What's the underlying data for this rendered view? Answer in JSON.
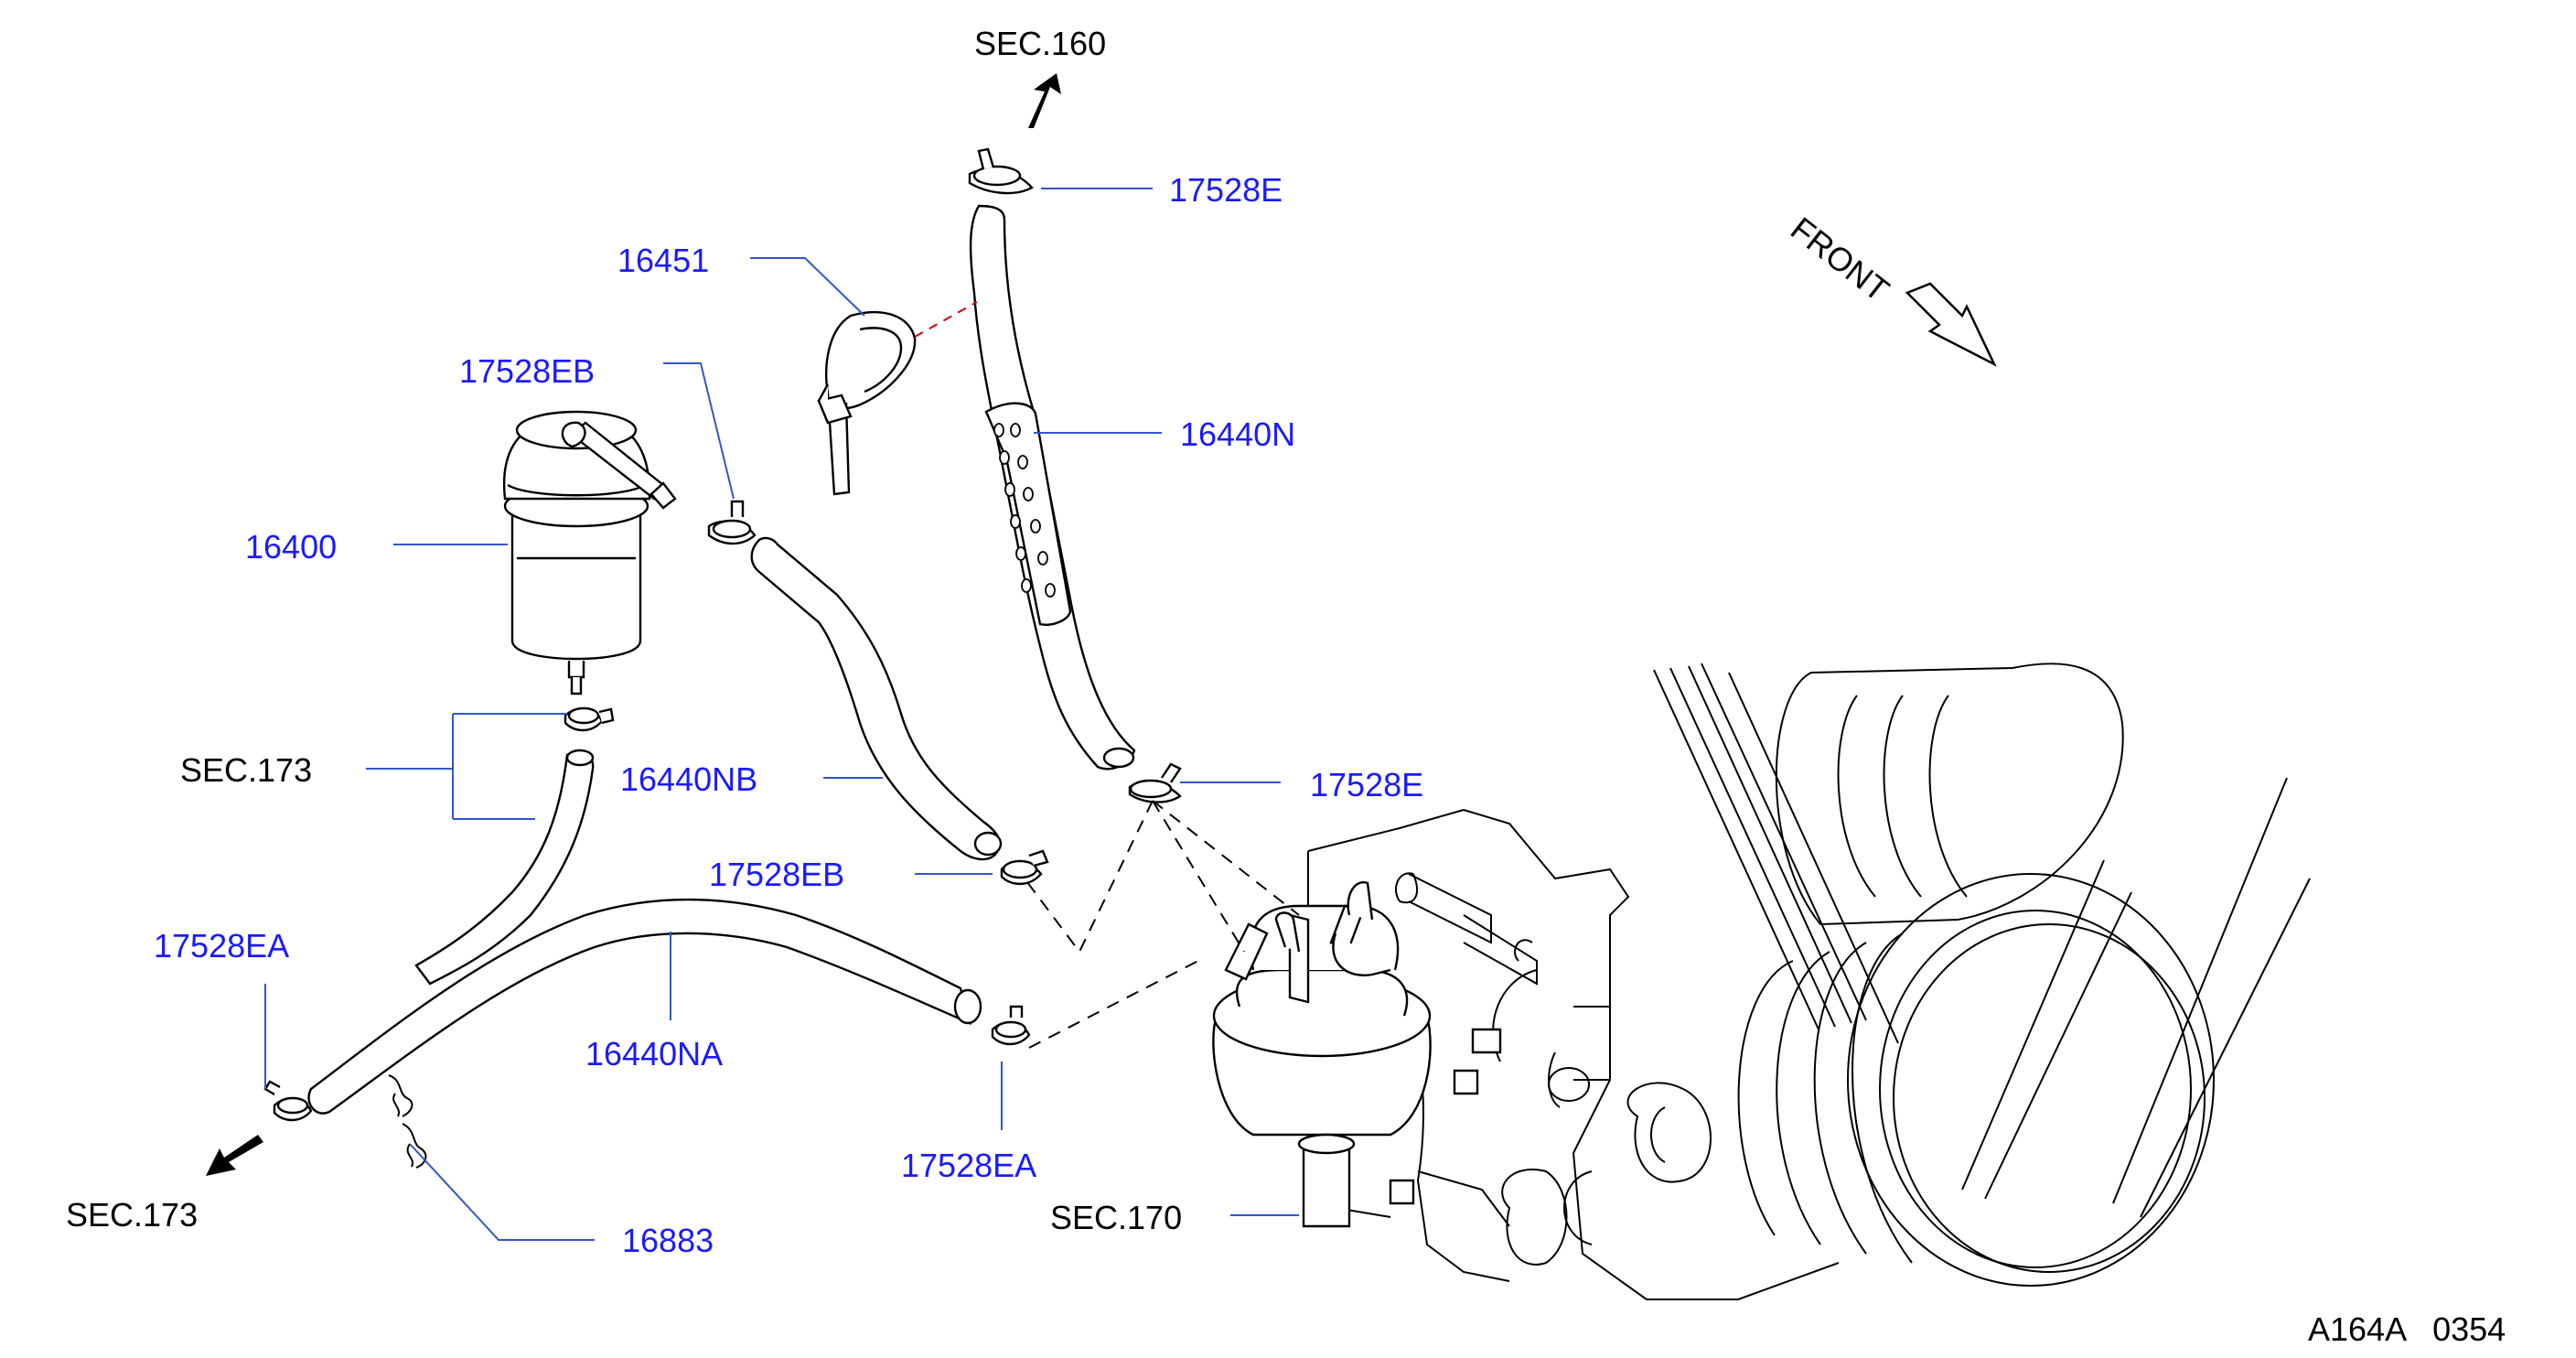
{
  "colors": {
    "callout_text": "#1a1aff",
    "leader_line": "#3355cc",
    "reference_text": "#000000",
    "guide_line": "#cc0000"
  },
  "parts": {
    "p16451": "16451",
    "p17528EB_top": "17528EB",
    "p16400": "16400",
    "p17528E_top": "17528E",
    "p16440N": "16440N",
    "p17528E_mid": "17528E",
    "p16440NB": "16440NB",
    "p17528EB_mid": "17528EB",
    "p17528EA_left": "17528EA",
    "p16440NA": "16440NA",
    "p17528EA_right": "17528EA",
    "p16883": "16883"
  },
  "refs": {
    "sec160": "SEC.160",
    "sec173_mid": "SEC.173",
    "sec173_bottom": "SEC.173",
    "sec170": "SEC.170",
    "front": "FRONT",
    "drawing_code": "A164A   0354"
  }
}
